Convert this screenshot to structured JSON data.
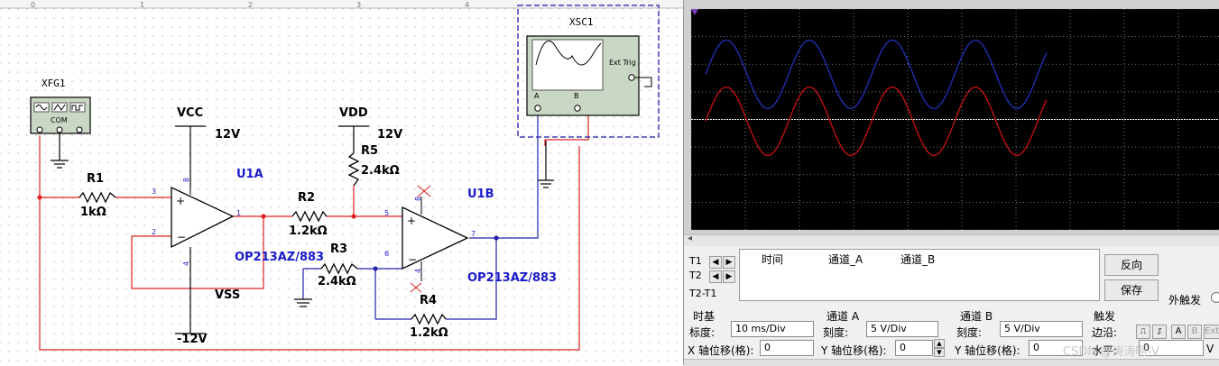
{
  "ruler": {
    "marks": [
      "0",
      "1",
      "2",
      "3",
      "4"
    ]
  },
  "components": {
    "xfg1": {
      "name": "XFG1",
      "com": "COM"
    },
    "xsc1": {
      "name": "XSC1",
      "ext_trig": "Ext Trig",
      "pin_a": "A",
      "pin_b": "B"
    },
    "r1": {
      "name": "R1",
      "value": "1kΩ"
    },
    "r2": {
      "name": "R2",
      "value": "1.2kΩ"
    },
    "r3": {
      "name": "R3",
      "value": "2.4kΩ"
    },
    "r4": {
      "name": "R4",
      "value": "1.2kΩ"
    },
    "r5": {
      "name": "R5",
      "value": "2.4kΩ"
    },
    "vcc": {
      "name": "VCC",
      "value": "12V"
    },
    "vdd": {
      "name": "VDD",
      "value": "12V"
    },
    "vss": {
      "name": "VSS",
      "value": "-12V"
    },
    "u1a": {
      "name": "U1A",
      "part": "OP213AZ/883",
      "pins": [
        "3",
        "2",
        "1",
        "8",
        "4"
      ]
    },
    "u1b": {
      "name": "U1B",
      "part": "OP213AZ/883",
      "pins": [
        "5",
        "6",
        "7",
        "8",
        "4"
      ]
    }
  },
  "scope": {
    "readout": {
      "rows": [
        "T1",
        "T2",
        "T2-T1"
      ],
      "headers": [
        "时间",
        "通道_A",
        "通道_B"
      ]
    },
    "buttons": {
      "reverse": "反向",
      "save": "保存"
    },
    "ext_trigger_label": "外触发",
    "timebase": {
      "title": "时基",
      "scale_label": "标度:",
      "scale_value": "10 ms/Div",
      "xpos_label": "X 轴位移(格):",
      "xpos_value": "0"
    },
    "channel_a": {
      "title": "通道 A",
      "scale_label": "刻度:",
      "scale_value": "5  V/Div",
      "ypos_label": "Y 轴位移(格):",
      "ypos_value": "0"
    },
    "channel_b": {
      "title": "通道 B",
      "scale_label": "刻度:",
      "scale_value": "5  V/Div",
      "ypos_label": "Y 轴位移(格):",
      "ypos_value": "0"
    },
    "trigger": {
      "title": "触发",
      "edge_label": "边沿:",
      "level_label": "水平:",
      "level_value": "0",
      "level_unit": "V",
      "buttons": [
        "A",
        "B",
        "Ext"
      ]
    },
    "watermark": "CSDN @涛涛啊-V",
    "colors": {
      "screen": "#000000",
      "channel_a": "#2233bb",
      "channel_b": "#cc1111",
      "grid": "#9a9a9a"
    }
  }
}
